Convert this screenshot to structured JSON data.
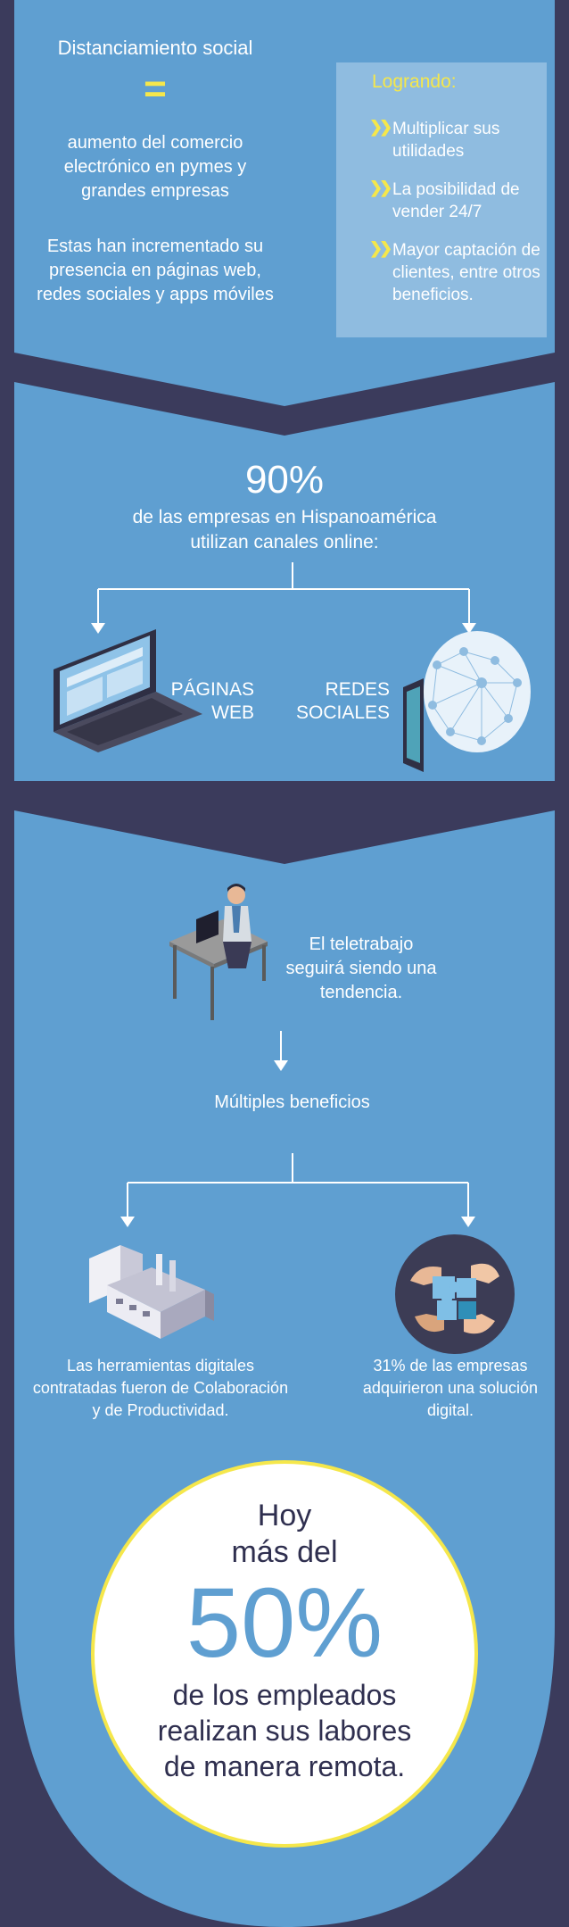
{
  "colors": {
    "accent": "#5f9fd1",
    "dark": "#3b3b5c",
    "highlight": "#f5e74b",
    "panel": "#8fbce0",
    "text": "#ffffff",
    "bubble": "#ffffff",
    "big_number": "#5f9fd1",
    "bubble_text": "#2f2f4f"
  },
  "section1": {
    "heading": "Distanciamiento social",
    "equals": "=",
    "result": "aumento del comercio electrónico en pymes y grandes empresas",
    "presence": "Estas han incrementado su presencia en páginas web, redes sociales y apps móviles",
    "panel": {
      "title": "Logrando:",
      "items": [
        "Multiplicar sus utilidades",
        "La posibilidad de vender 24/7",
        "Mayor captación de clientes, entre otros beneficios."
      ]
    }
  },
  "section2": {
    "stat": "90%",
    "description": "de las empresas en Hispanoamérica utilizan canales online:",
    "web_label": "PÁGINAS WEB",
    "social_label": "REDES SOCIALES"
  },
  "section3": {
    "telework": "El teletrabajo seguirá siendo una tendencia.",
    "benefits": "Múltiples beneficios",
    "tools": "Las herramientas digitales contratadas fueron de Colaboración y de Productividad.",
    "percent_text": "31% de las empresas adquirieron una solución digital."
  },
  "bubble": {
    "line1": "Hoy",
    "line2": "más del",
    "big": "50%",
    "line3": "de los empleados realizan sus labores de manera remota."
  }
}
